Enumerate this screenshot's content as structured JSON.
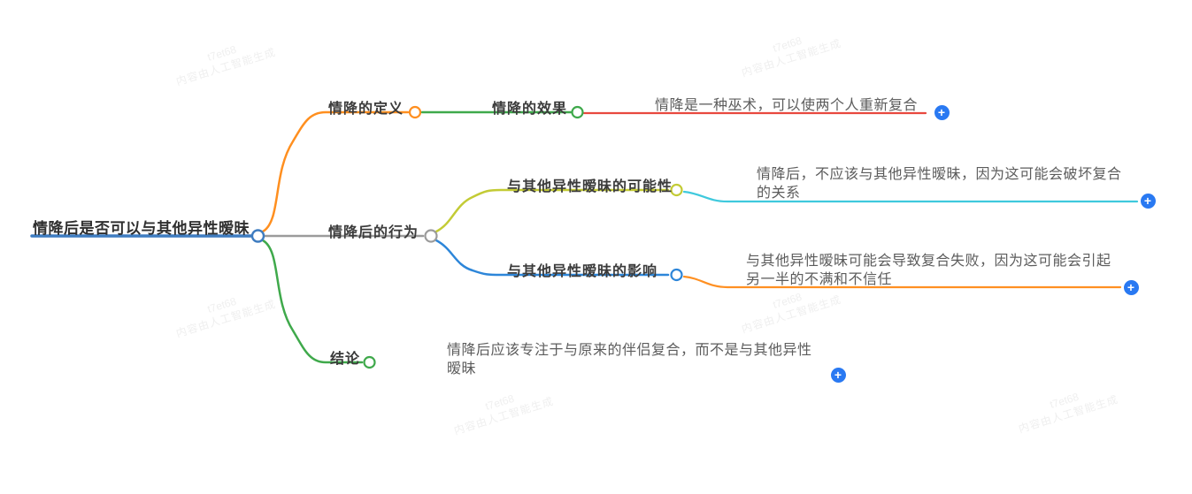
{
  "mindmap": {
    "root": {
      "label": "情降后是否可以与其他异性暧昧"
    },
    "branches": [
      {
        "label": "情降的定义",
        "color": "#ff8f1f",
        "children": [
          {
            "label": "情降的效果",
            "color": "#3fa94b",
            "children": [
              {
                "text": "情降是一种巫术，可以使两个人重新复合",
                "color": "#e8483e"
              }
            ]
          }
        ]
      },
      {
        "label": "情降后的行为",
        "color": "#9b9b9b",
        "children": [
          {
            "label": "与其他异性暧昧的可能性",
            "color": "#c3cb35",
            "children": [
              {
                "text": "情降后，不应该与其他异性暧昧，因为这可能会破坏复合的关系",
                "color": "#3fc9dd"
              }
            ]
          },
          {
            "label": "与其他异性暧昧的影响",
            "color": "#2d86d9",
            "children": [
              {
                "text": "与其他异性暧昧可能会导致复合失败，因为这可能会引起另一半的不满和不信任",
                "color": "#ff9022"
              }
            ]
          }
        ]
      },
      {
        "label": "结论",
        "color": "#3fa94b",
        "children": [
          {
            "text": "情降后应该专注于与原来的伴侣复合，而不是与其他异性暧昧",
            "color": "#e8483e"
          }
        ]
      }
    ]
  },
  "colors": {
    "root_line": "#3e7cc0",
    "add_button": "#2979f2",
    "handle_fill": "#ffffff"
  },
  "add_button_symbol": "+",
  "watermark": {
    "line1": "t7et68",
    "line2": "内容由人工智能生成"
  }
}
